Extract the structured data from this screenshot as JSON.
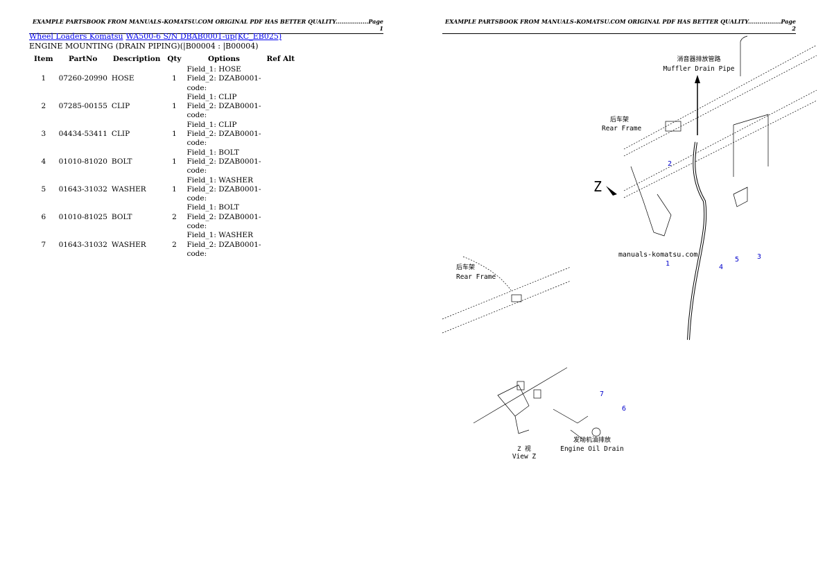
{
  "page1_header": "EXAMPLE PARTSBOOK FROM MANUALS-KOMATSU.COM ORIGINAL PDF HAS BETTER QUALITY.................Page 1",
  "page2_header": "EXAMPLE PARTSBOOK FROM MANUALS-KOMATSU.COM ORIGINAL PDF HAS BETTER QUALITY.................Page 2",
  "breadcrumb": {
    "link1": "Wheel Loaders Komatsu",
    "link2": "WA500-6 S/N DBAB0001-up(KC_EB025)"
  },
  "subtitle": "ENGINE MOUNTING (DRAIN PIPING)(|B00004 : |B00004)",
  "columns": [
    "Item",
    "PartNo",
    "Description",
    "Qty",
    "Options",
    "Ref Alt"
  ],
  "rows": [
    {
      "item": "1",
      "partno": "07260-20990",
      "desc": "HOSE",
      "qty": "1",
      "f1": "Field_1: HOSE",
      "f2": "Field_2: DZAB0001-",
      "f3": "code:"
    },
    {
      "item": "2",
      "partno": "07285-00155",
      "desc": "CLIP",
      "qty": "1",
      "f1": "Field_1: CLIP",
      "f2": "Field_2: DZAB0001-",
      "f3": "code:"
    },
    {
      "item": "3",
      "partno": "04434-53411",
      "desc": "CLIP",
      "qty": "1",
      "f1": "Field_1: CLIP",
      "f2": "Field_2: DZAB0001-",
      "f3": "code:"
    },
    {
      "item": "4",
      "partno": "01010-81020",
      "desc": "BOLT",
      "qty": "1",
      "f1": "Field_1: BOLT",
      "f2": "Field_2: DZAB0001-",
      "f3": "code:"
    },
    {
      "item": "5",
      "partno": "01643-31032",
      "desc": "WASHER",
      "qty": "1",
      "f1": "Field_1: WASHER",
      "f2": "Field_2: DZAB0001-",
      "f3": "code:"
    },
    {
      "item": "6",
      "partno": "01010-81025",
      "desc": "BOLT",
      "qty": "2",
      "f1": "Field_1: BOLT",
      "f2": "Field_2: DZAB0001-",
      "f3": "code:"
    },
    {
      "item": "7",
      "partno": "01643-31032",
      "desc": "WASHER",
      "qty": "2",
      "f1": "Field_1: WASHER",
      "f2": "Field_2: DZAB0001-",
      "f3": "code:"
    }
  ],
  "diagram": {
    "muffler_cn": "消音器排放管路",
    "muffler_en": "Muffler Drain Pipe",
    "rear_cn": "后车架",
    "rear_en": "Rear Frame",
    "view_letter": "Z",
    "watermark": "manuals-komatsu.com",
    "callouts": [
      "1",
      "2",
      "3",
      "4",
      "5",
      "6",
      "7"
    ],
    "viewz_cn": "Z  视",
    "viewz_en": "View Z",
    "oil_cn": "发动机油排放",
    "oil_en": "Engine Oil Drain",
    "callout_color": "#0000cc"
  }
}
